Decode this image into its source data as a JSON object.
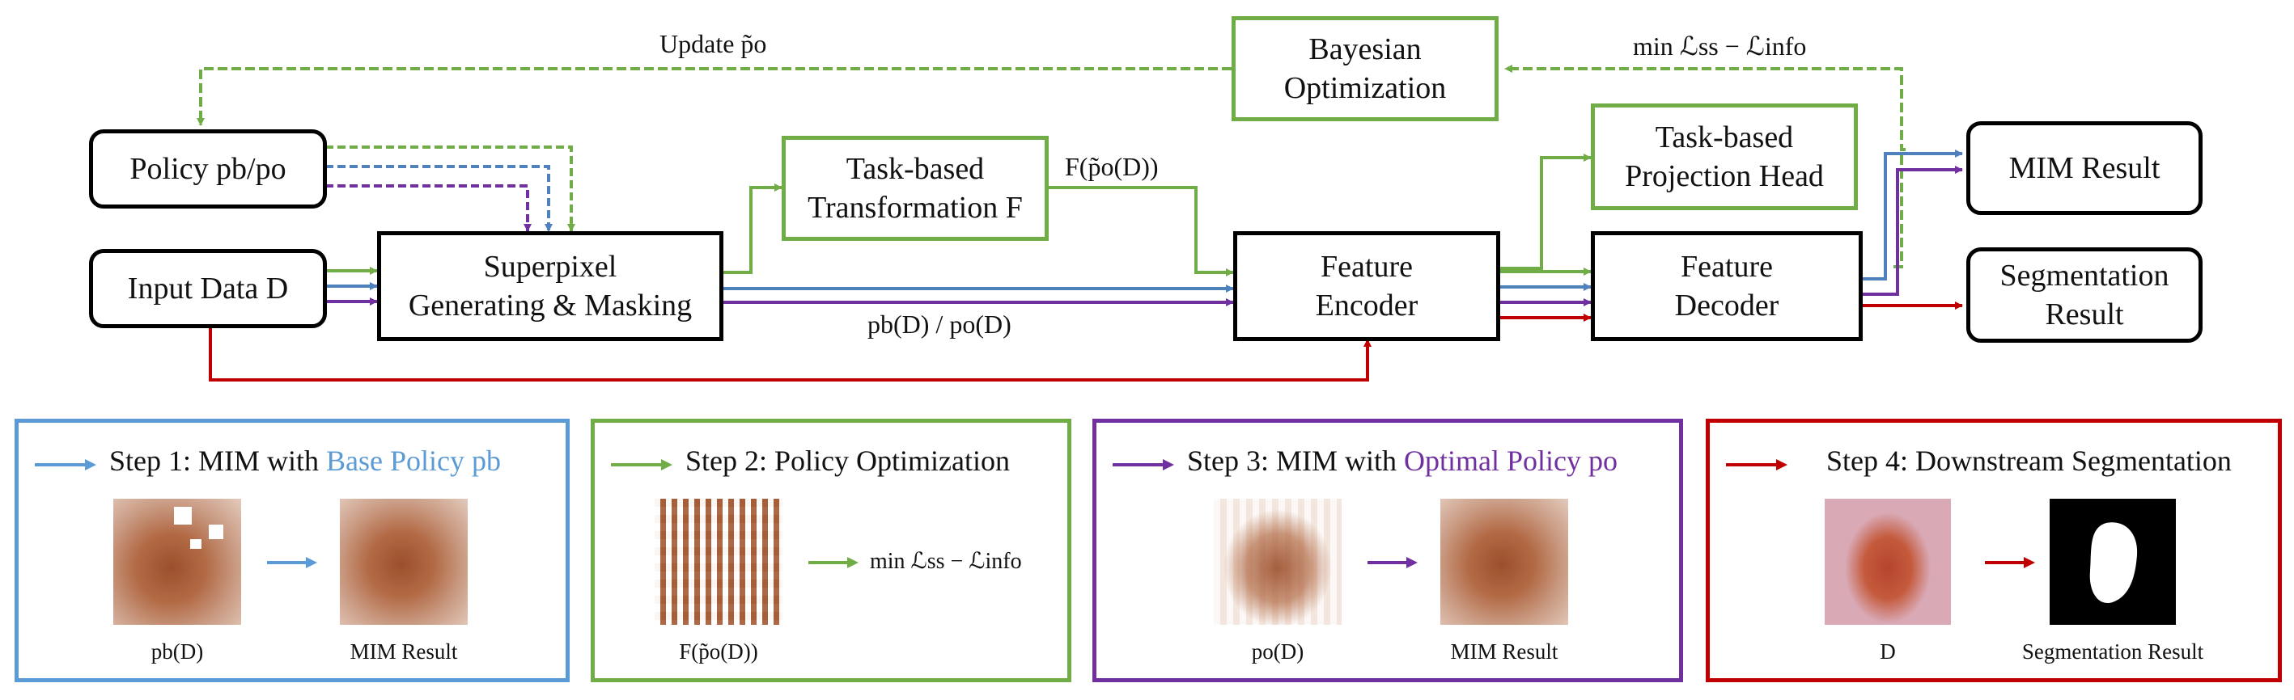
{
  "flow": {
    "update_label": "Update p̃o",
    "loss_label": "min ℒss − ℒinfo",
    "transform_output_label": "F(p̃o(D))",
    "masked_label": "pb(D) / po(D)"
  },
  "boxes": {
    "policy": "Policy pb/po",
    "input": "Input Data D",
    "superpixel_line1": "Superpixel",
    "superpixel_line2": "Generating & Masking",
    "transform_line1": "Task-based",
    "transform_line2": "Transformation F",
    "bayes_line1": "Bayesian",
    "bayes_line2": "Optimization",
    "encoder_line1": "Feature",
    "encoder_line2": "Encoder",
    "projection_line1": "Task-based",
    "projection_line2": "Projection Head",
    "decoder_line1": "Feature",
    "decoder_line2": "Decoder",
    "mim_result": "MIM Result",
    "seg_line1": "Segmentation",
    "seg_line2": "Result"
  },
  "steps": [
    {
      "prefix": "Step 1: MIM with ",
      "highlight": "Base Policy pb",
      "caption_left": "pb(D)",
      "caption_right": "MIM Result",
      "color": "#5b9bd5"
    },
    {
      "prefix": "Step 2: Policy Optimization",
      "highlight": "",
      "caption_left": "F(p̃o(D))",
      "caption_right": "min ℒss − ℒinfo",
      "color": "#70ad47"
    },
    {
      "prefix": "Step 3: MIM with ",
      "highlight": "Optimal Policy po",
      "caption_left": "po(D)",
      "caption_right": "MIM Result",
      "color": "#7030a0"
    },
    {
      "prefix": "Step 4: Downstream Segmentation",
      "highlight": "",
      "caption_left": "D",
      "caption_right": "Segmentation Result",
      "color": "#c00000"
    }
  ]
}
